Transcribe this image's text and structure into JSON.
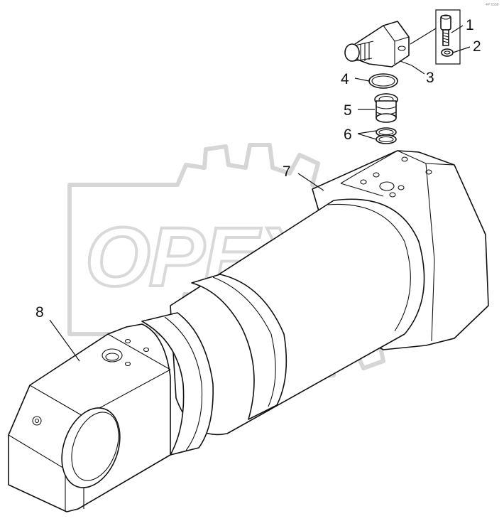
{
  "corner_code": "4P 5558",
  "watermark_text": "OPEX",
  "callouts": [
    {
      "id": "1",
      "label": "1"
    },
    {
      "id": "2",
      "label": "2"
    },
    {
      "id": "3",
      "label": "3"
    },
    {
      "id": "4",
      "label": "4"
    },
    {
      "id": "5",
      "label": "5"
    },
    {
      "id": "6",
      "label": "6"
    },
    {
      "id": "7",
      "label": "7"
    },
    {
      "id": "8",
      "label": "8"
    }
  ],
  "colors": {
    "line": "#111111",
    "watermark": "#d6d6d6",
    "background": "#ffffff"
  }
}
